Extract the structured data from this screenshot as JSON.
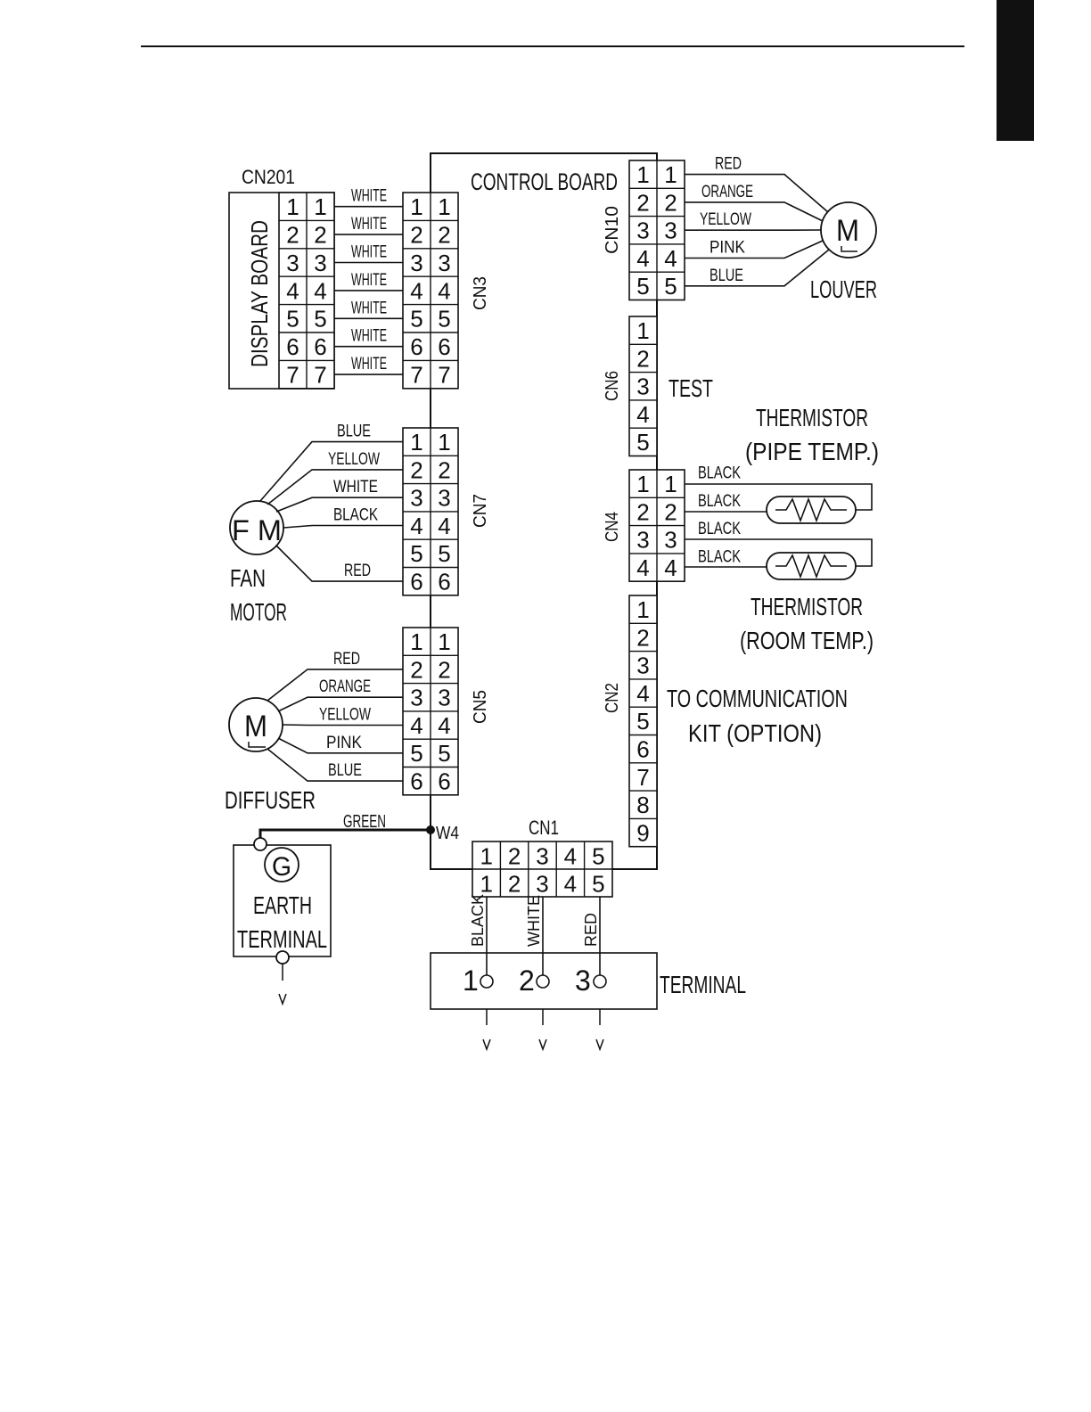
{
  "board": {
    "label": "CONTROL BOARD"
  },
  "display": {
    "connector": "CN201",
    "label": "DISPLAY BOARD",
    "pins": [
      "1",
      "2",
      "3",
      "4",
      "5",
      "6",
      "7"
    ]
  },
  "connectors": {
    "cn3": "CN3",
    "cn7": "CN7",
    "cn5": "CN5",
    "cn1": "CN1",
    "cn10": "CN10",
    "cn6": "CN6",
    "cn4": "CN4",
    "cn2": "CN2"
  },
  "cn3_wires": [
    "WHITE",
    "WHITE",
    "WHITE",
    "WHITE",
    "WHITE",
    "WHITE",
    "WHITE"
  ],
  "fan": {
    "symbol": "F M",
    "label_line1": "FAN",
    "label_line2": "MOTOR",
    "pins": [
      "1",
      "2",
      "3",
      "4",
      "5",
      "6"
    ],
    "wires": [
      "BLUE",
      "YELLOW",
      "WHITE",
      "BLACK",
      "RED"
    ]
  },
  "diffuser": {
    "symbol": "M",
    "label": "DIFFUSER",
    "pins": [
      "1",
      "2",
      "3",
      "4",
      "5",
      "6"
    ],
    "wires": [
      "RED",
      "ORANGE",
      "YELLOW",
      "PINK",
      "BLUE"
    ]
  },
  "earth": {
    "wire": "GREEN",
    "junction": "W4",
    "symbol": "G",
    "label_line1": "EARTH",
    "label_line2": "TERMINAL"
  },
  "cn1": {
    "pins": [
      "1",
      "2",
      "3",
      "4",
      "5"
    ],
    "wires": [
      "BLACK",
      "WHITE",
      "RED"
    ]
  },
  "terminal": {
    "label": "TERMINAL",
    "pins": [
      "1",
      "2",
      "3"
    ]
  },
  "louver": {
    "symbol": "M",
    "label": "LOUVER",
    "pins": [
      "1",
      "2",
      "3",
      "4",
      "5"
    ],
    "wires": [
      "RED",
      "ORANGE",
      "YELLOW",
      "PINK",
      "BLUE"
    ]
  },
  "test": {
    "label": "TEST",
    "pins": [
      "1",
      "2",
      "3",
      "4",
      "5"
    ]
  },
  "cn4": {
    "pins": [
      "1",
      "2",
      "3",
      "4"
    ],
    "wires": [
      "BLACK",
      "BLACK",
      "BLACK",
      "BLACK"
    ]
  },
  "thermistor_pipe": {
    "label_line1": "THERMISTOR",
    "label_line2": "(PIPE TEMP.)"
  },
  "thermistor_room": {
    "label_line1": "THERMISTOR",
    "label_line2": "(ROOM TEMP.)"
  },
  "communication": {
    "label_line1": "TO COMMUNICATION",
    "label_line2": "KIT (OPTION)",
    "pins": [
      "1",
      "2",
      "3",
      "4",
      "5",
      "6",
      "7",
      "8",
      "9"
    ]
  }
}
